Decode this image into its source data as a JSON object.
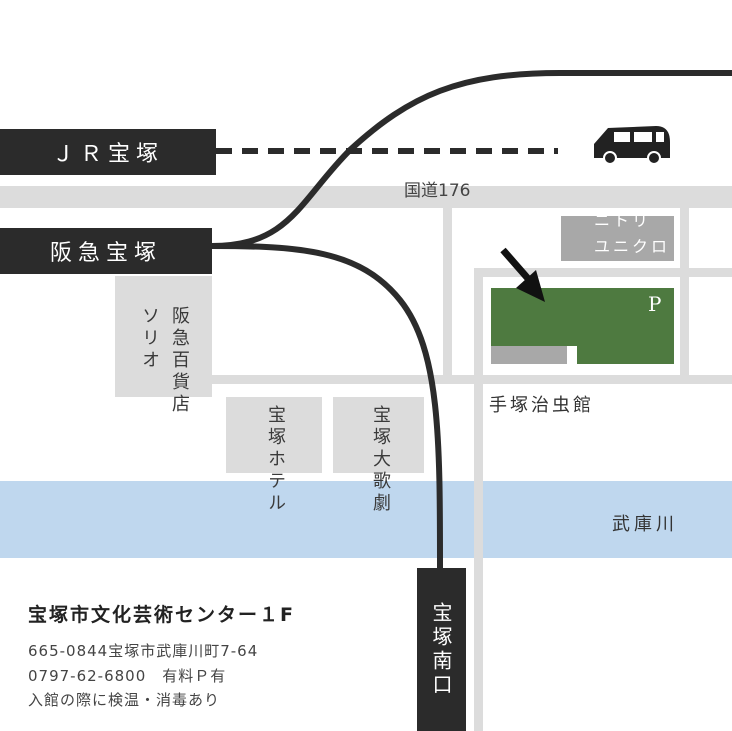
{
  "map": {
    "stations": {
      "jr": "ＪＲ宝塚",
      "hankyu": "阪急宝塚",
      "south_exit": "宝塚南口"
    },
    "roads": {
      "national_route": "国道176"
    },
    "places": {
      "sorio": "ソリオ",
      "hankyu_dept": "阪急百貨店",
      "hotel": "宝塚ホテル",
      "grand_theater": "宝塚大歌劇",
      "nitori": "ニトリ",
      "uniqlo": "ユニクロ",
      "parking": "P",
      "tezuka_museum": "手塚治虫館",
      "river": "武庫川"
    },
    "colors": {
      "road": "#dcdcdc",
      "river": "#bfd7ee",
      "rail": "#2b2b2b",
      "parking": "#4e7a40",
      "building": "#a8a8a8"
    },
    "icons": [
      "car-icon",
      "arrow-icon"
    ]
  },
  "info": {
    "title": "宝塚市文化芸術センター１F",
    "address": "665-0844宝塚市武庫川町7-64",
    "phone_parking": "0797-62-6800　有料Ｐ有",
    "notice": "入館の際に検温・消毒あり"
  }
}
